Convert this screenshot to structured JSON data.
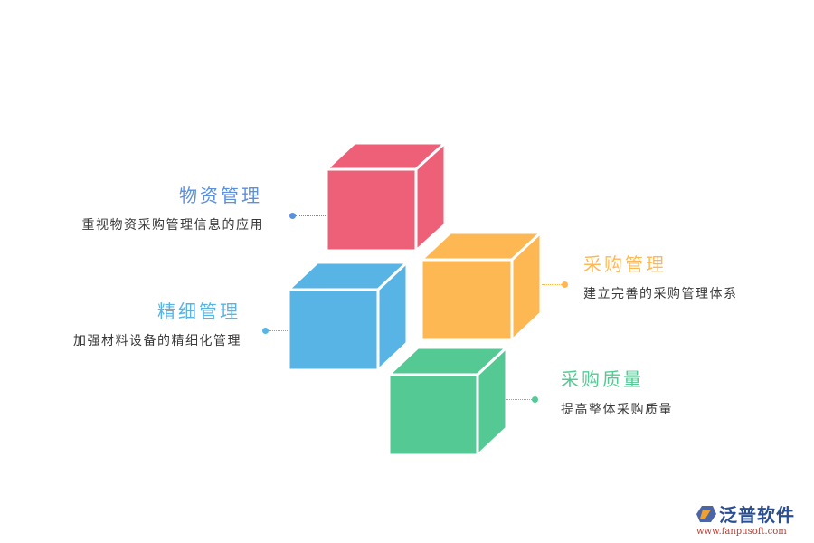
{
  "items": [
    {
      "id": "materials",
      "title": "物资管理",
      "desc": "重视物资采购管理信息的应用",
      "color": "#EE6078",
      "title_color": "#5B8FE0",
      "dot_color": "#5B8FE0"
    },
    {
      "id": "procurement",
      "title": "采购管理",
      "desc": "建立完善的采购管理体系",
      "color": "#FDB853",
      "title_color": "#FDB853",
      "dot_color": "#FDB853"
    },
    {
      "id": "refined",
      "title": "精细管理",
      "desc": "加强材料设备的精细化管理",
      "color": "#57B4E4",
      "title_color": "#57B4E4",
      "dot_color": "#57B4E4"
    },
    {
      "id": "quality",
      "title": "采购质量",
      "desc": "提高整体采购质量",
      "color": "#55C994",
      "title_color": "#55C994",
      "dot_color": "#55C994"
    }
  ],
  "logo": {
    "name": "泛普软件",
    "url": "www.fanpusoft.com"
  }
}
